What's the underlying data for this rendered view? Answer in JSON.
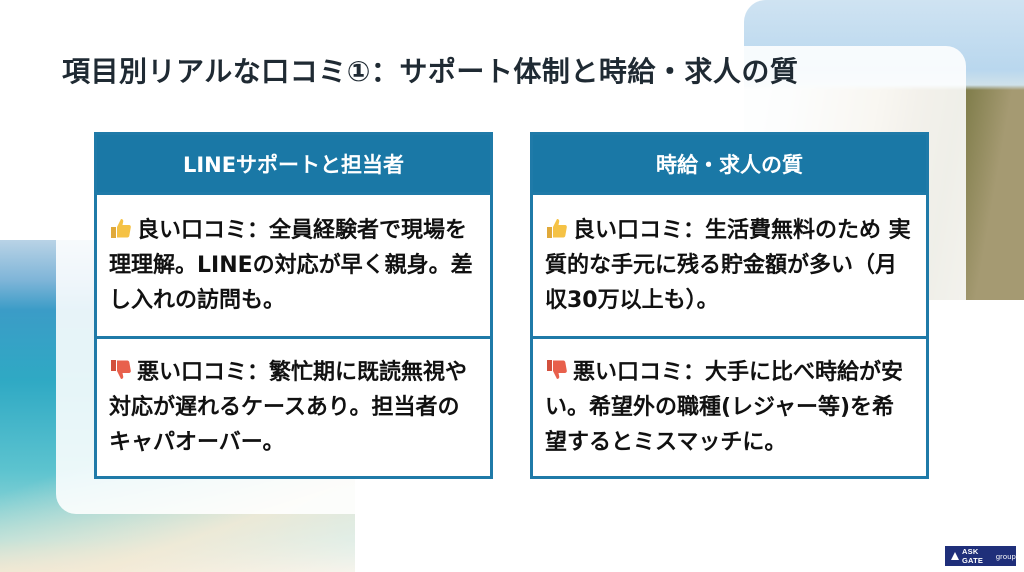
{
  "slide": {
    "title": "項目別リアルな口コミ①：サポート体制と時給・求人の質",
    "colors": {
      "accent": "#1a78a6",
      "good_icon": "#f5c245",
      "bad_icon": "#e8604c",
      "title_text": "#1f2a33"
    }
  },
  "cards": [
    {
      "header": "LINEサポートと担当者",
      "good": {
        "icon": "thumbs-up-icon",
        "text": "良い口コミ：全員経験者で現場を理理解。LINEの対応が早く親身。差し入れの訪問も。"
      },
      "bad": {
        "icon": "thumbs-down-icon",
        "text": "悪い口コミ：繁忙期に既読無視や対応が遅れるケースあり。担当者のキャパオーバー。"
      }
    },
    {
      "header": "時給・求人の質",
      "good": {
        "icon": "thumbs-up-icon",
        "text": "良い口コミ：生活費無料のため 実質的な手元に残る貯金額が多い（月収30万以上も）。"
      },
      "bad": {
        "icon": "thumbs-down-icon",
        "text": "悪い口コミ：大手に比べ時給が安い。希望外の職種(レジャー等)を希望するとミスマッチに。"
      }
    }
  ],
  "logo": {
    "brand": "ASK GATE",
    "suffix": "group"
  }
}
